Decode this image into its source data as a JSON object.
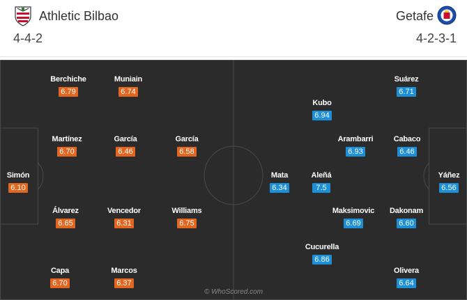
{
  "home": {
    "name": "Athletic Bilbao",
    "formation": "4-4-2",
    "logo_icon": "athletic-bilbao-crest",
    "rating_color": "#e2661f",
    "players": [
      {
        "name": "Berchiche",
        "rating": "6.79"
      },
      {
        "name": "Muniain",
        "rating": "6.74"
      },
      {
        "name": "Martínez",
        "rating": "6.70"
      },
      {
        "name": "García",
        "rating": "6.46"
      },
      {
        "name": "García",
        "rating": "6.58"
      },
      {
        "name": "Simón",
        "rating": "6.10"
      },
      {
        "name": "Álvarez",
        "rating": "6.65"
      },
      {
        "name": "Vencedor",
        "rating": "6.31"
      },
      {
        "name": "Williams",
        "rating": "6.75"
      },
      {
        "name": "Capa",
        "rating": "6.70"
      },
      {
        "name": "Marcos",
        "rating": "6.37"
      }
    ]
  },
  "away": {
    "name": "Getafe",
    "formation": "4-2-3-1",
    "logo_icon": "getafe-crest",
    "rating_color": "#1d8fd7",
    "players": [
      {
        "name": "Suárez",
        "rating": "6.71"
      },
      {
        "name": "Kubo",
        "rating": "6.94"
      },
      {
        "name": "Arambarri",
        "rating": "6.93"
      },
      {
        "name": "Cabaco",
        "rating": "6.46"
      },
      {
        "name": "Mata",
        "rating": "6.34"
      },
      {
        "name": "Aleñá",
        "rating": "7.5"
      },
      {
        "name": "Yáñez",
        "rating": "6.56"
      },
      {
        "name": "Maksimovic",
        "rating": "6.69"
      },
      {
        "name": "Dakonam",
        "rating": "6.60"
      },
      {
        "name": "Cucurella",
        "rating": "6.86"
      },
      {
        "name": "Olivera",
        "rating": "6.64"
      }
    ]
  },
  "watermark": "© WhoScored.com"
}
